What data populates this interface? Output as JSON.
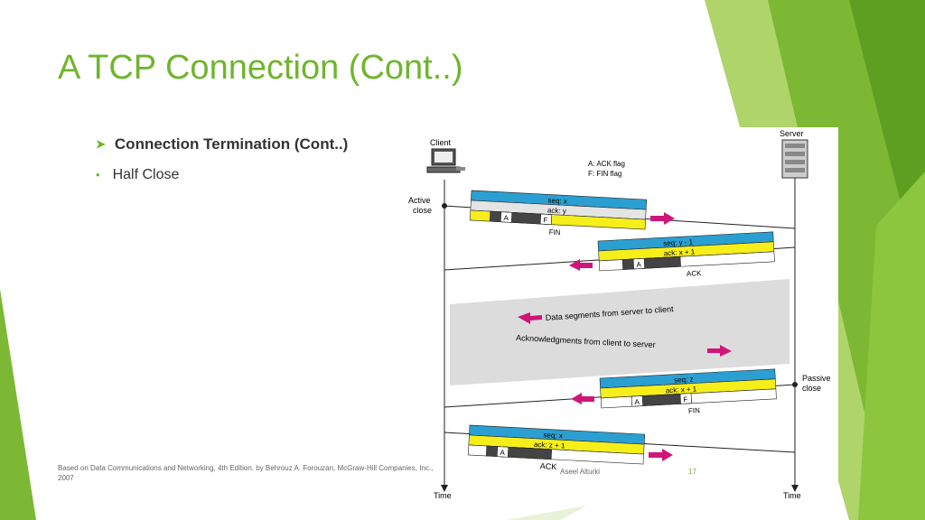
{
  "slide": {
    "title": "A TCP Connection (Cont..)",
    "bullet_main": "Connection Termination (Cont..)",
    "bullet_sub": "Half Close",
    "footer_line1": "Based on Data Communications and Networking, 4th Edition. by Behrouz A. Forouzan,   McGraw-Hill Companies, Inc.,",
    "footer_line2": "2007",
    "author": "Aseel Alturki",
    "page_number": "17",
    "accent_color": "#6fb52c"
  },
  "figure": {
    "client_label": "Client",
    "server_label": "Server",
    "legend_ack": "A: ACK flag",
    "legend_fin": "F: FIN flag",
    "active_close": [
      "Active",
      "close"
    ],
    "passive_close": [
      "Passive",
      "close"
    ],
    "time_left": "Time",
    "time_right": "Time",
    "data_segments": "Data segments from server to client",
    "acknowledgments": "Acknowledgments from client to server",
    "segments": [
      {
        "seq": "seq: x",
        "ack": "ack: y",
        "flag_a": "A",
        "flag_f": "F",
        "label": "FIN"
      },
      {
        "seq": "seq: y - 1",
        "ack": "ack: x + 1",
        "flag_a": "A",
        "label": "ACK"
      },
      {
        "seq": "seq: z",
        "ack": "ack: x + 1",
        "flag_a": "A",
        "flag_f": "F",
        "label": "FIN"
      },
      {
        "seq": "seq: x",
        "ack": "ack: z + 1",
        "flag_a": "A",
        "label": "ACK"
      }
    ],
    "colors": {
      "seq_band": "#2b9fd1",
      "ack_band": "#f6ee1a",
      "arrow": "#d0157a",
      "shade": "#dcdcdc"
    }
  }
}
